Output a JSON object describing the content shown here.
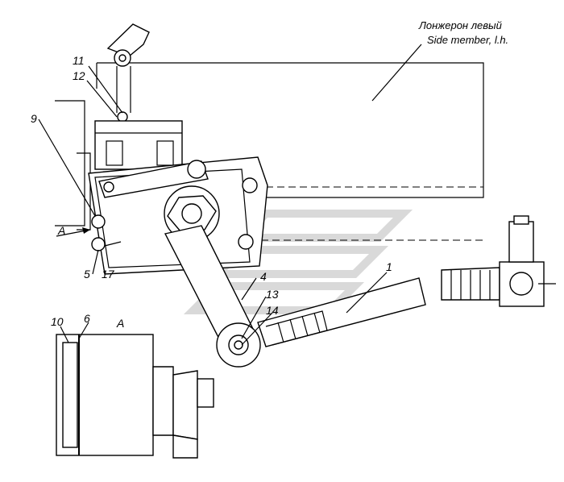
{
  "caption": {
    "ru": "Лонжерон левый",
    "en": "Side member, l.h."
  },
  "view_marker": "A",
  "view_title": "A",
  "callouts": [
    "1",
    "4",
    "5",
    "6",
    "9",
    "10",
    "11",
    "12",
    "13",
    "14",
    "17"
  ]
}
